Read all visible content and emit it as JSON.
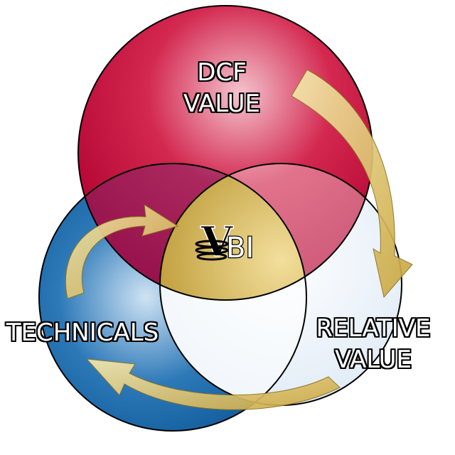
{
  "diagram": {
    "type": "venn",
    "circles": [
      {
        "label_lines": [
          "DCF",
          "VALUE"
        ],
        "color": "#c4083a"
      },
      {
        "label_lines": [
          "TECHNICALS"
        ],
        "color": "#0d5fa3"
      },
      {
        "label_lines": [
          "RELATIVE",
          "VALUE"
        ],
        "color": "#eaf3fb"
      }
    ],
    "center_logo": {
      "text": "VBI",
      "color": "#c6a443"
    },
    "arrow_color": "#d9bf5a"
  }
}
